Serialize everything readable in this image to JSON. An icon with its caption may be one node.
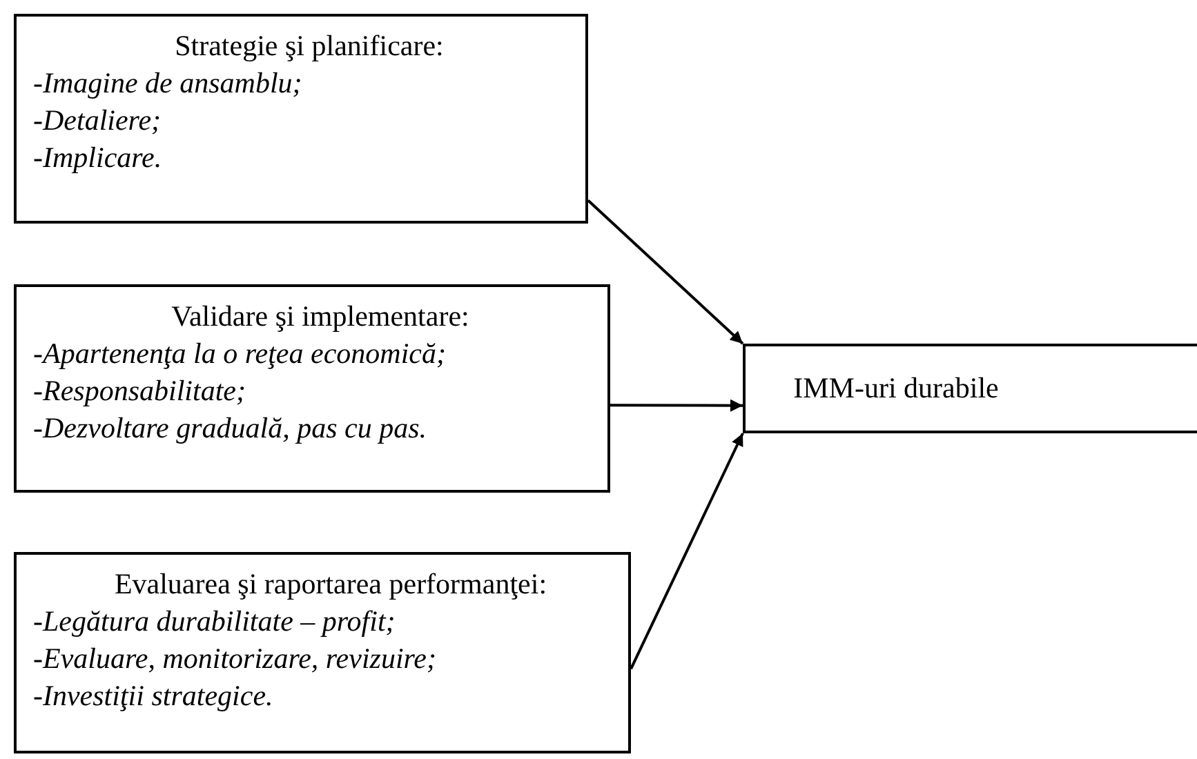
{
  "diagram": {
    "nodes": [
      {
        "text": [
          "Strategie şi planificare:",
          "-Imagine de ansamblu;",
          "-Detaliere;",
          "-Implicare."
        ]
      },
      {
        "text": [
          "Validare şi implementare:",
          "-Apartenenţa la o reţea economică;",
          "-Responsabilitate;",
          "-Dezvoltare graduală, pas cu pas."
        ]
      },
      {
        "text": [
          "Evaluarea şi raportarea performanţei:",
          "-Legătura durabilitate – profit;",
          "-Evaluare, monitorizare, revizuire;",
          "-Investiţii strategice."
        ]
      },
      {
        "text": [
          "IMM-uri durabile"
        ]
      }
    ],
    "edges": [
      {
        "from": 0,
        "to": 3,
        "arrow": "to"
      },
      {
        "from": 1,
        "to": 3,
        "arrow": "to"
      },
      {
        "from": 2,
        "to": 3,
        "arrow": "to"
      }
    ]
  }
}
